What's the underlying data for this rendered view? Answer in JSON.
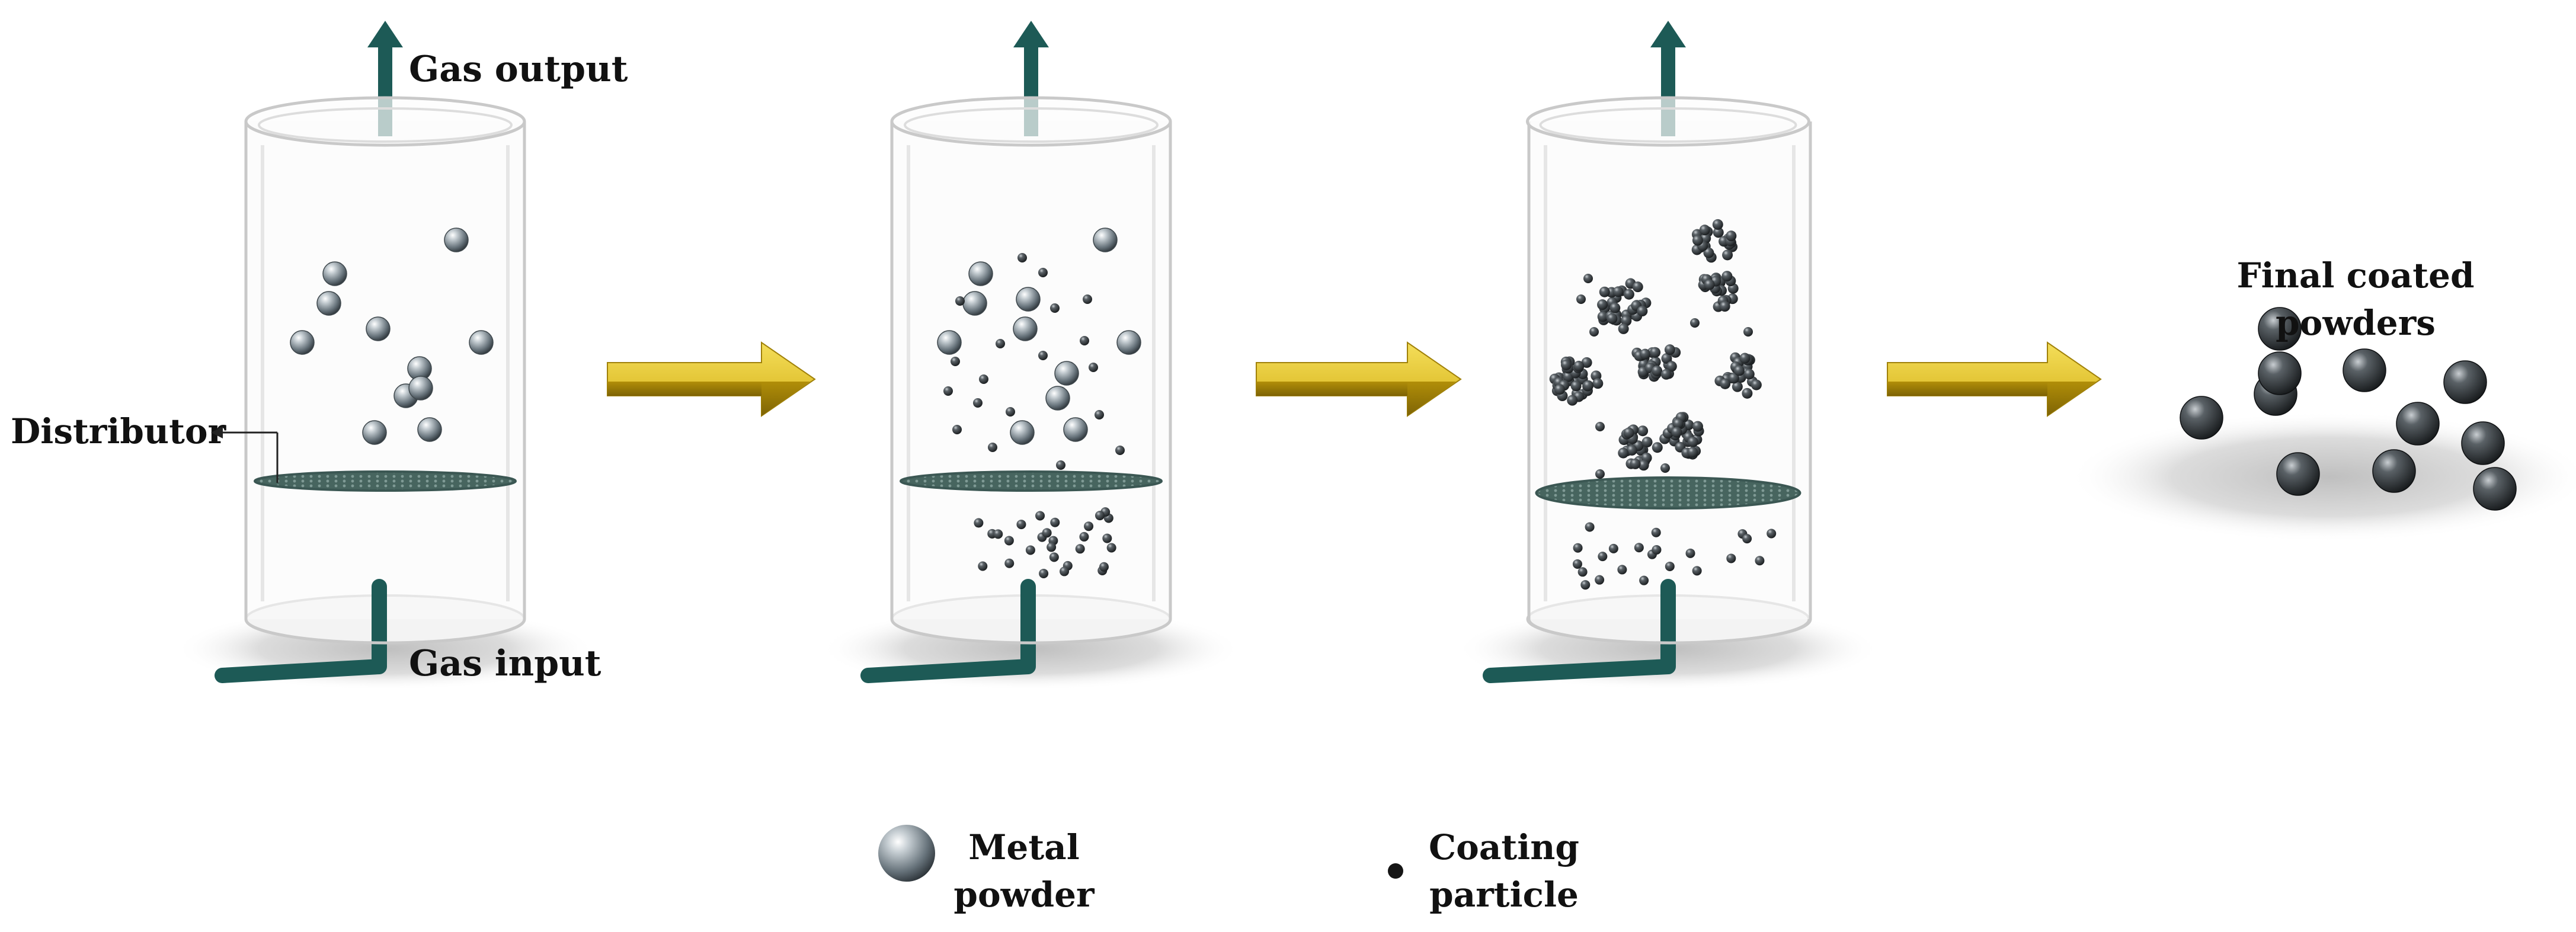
{
  "labels": {
    "gas_output": "Gas output",
    "gas_input": "Gas input",
    "distributor": "Distributor",
    "final_line1": "Final coated",
    "final_line2": "powders"
  },
  "legend": {
    "metal_line1": "Metal",
    "metal_line2": "powder",
    "coating_line1": "Coating",
    "coating_line2": "particle"
  },
  "colors": {
    "pipe": "#1d5a56",
    "arrow": "#d8b720",
    "distributor": "#50706c",
    "metal_ball": "#7a858a",
    "coating_particle": "#151515",
    "cylinder_stroke": "#c9c9c9"
  },
  "stages": [
    {
      "step": 1,
      "state": "metal powder fluidized"
    },
    {
      "step": 2,
      "state": "coating particles introduced"
    },
    {
      "step": 3,
      "state": "coating particles agglomerate on metal powder"
    },
    {
      "step": 4,
      "state": "final coated powders"
    }
  ]
}
